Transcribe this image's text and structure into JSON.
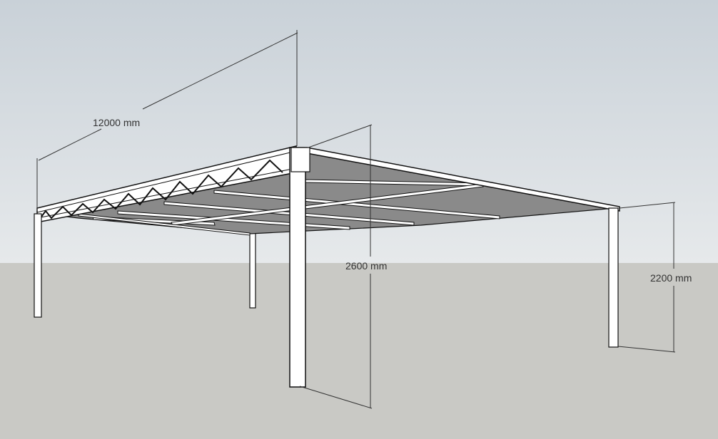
{
  "model": {
    "dimensions": [
      {
        "id": "length",
        "label": "12000 mm"
      },
      {
        "id": "front-height",
        "label": "2600 mm"
      },
      {
        "id": "side-height",
        "label": "2200 mm"
      }
    ]
  },
  "colors": {
    "sky_top": "#c9d1d8",
    "sky_bottom": "#e6e9eb",
    "ground": "#c9c9c5",
    "roof_underside": "#8a8a8a",
    "member": "#ffffff",
    "edge": "#111111",
    "dimension_line": "#333333"
  }
}
